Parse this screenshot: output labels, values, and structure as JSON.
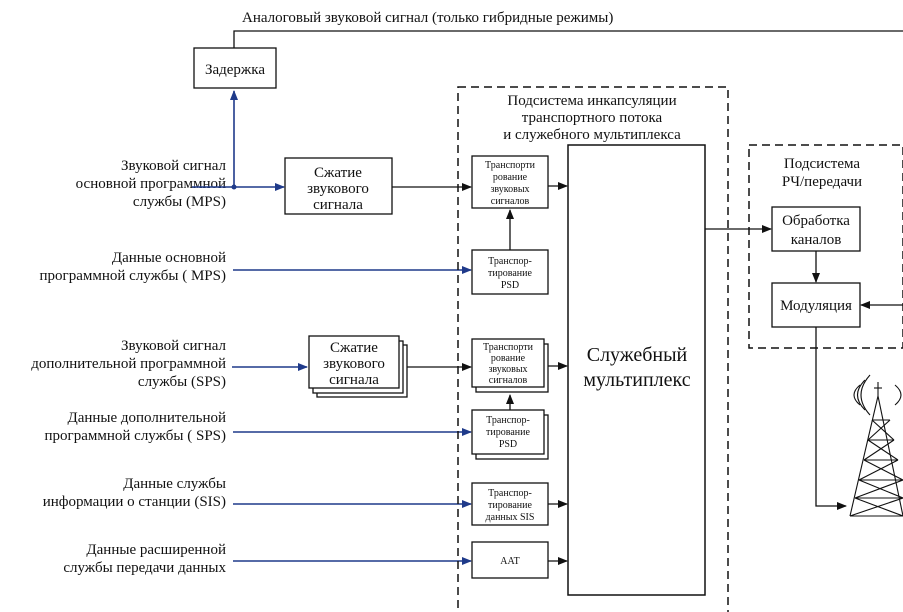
{
  "analog_signal": "Аналоговый звуковой сигнал (только гибридные режимы)",
  "delay": "Задержка",
  "inputs": {
    "mps_audio": [
      "Звуковой сигнал",
      "основной программной",
      "службы (MPS)"
    ],
    "mps_data": [
      "Данные основной",
      "программной службы ( MPS)"
    ],
    "sps_audio": [
      "Звуковой сигнал",
      "дополнительной программной",
      "службы (SPS)"
    ],
    "sps_data": [
      "Данные дополнительной",
      "программной службы ( SPS)"
    ],
    "sis": [
      "Данные службы",
      "информации о станции (SIS)"
    ],
    "aad": [
      "Данные расширенной",
      "службы передачи данных"
    ]
  },
  "codec_mps": [
    "Сжатие",
    "звукового",
    "сигнала"
  ],
  "codec_sps": [
    "Сжатие",
    "звукового",
    "сигнала"
  ],
  "encap_title": [
    "Подсистема инкапсуляции",
    "транспортного потока",
    "и служебного мультиплекса"
  ],
  "transport_audio": [
    "Транспорти",
    "рование",
    "звуковых",
    "сигналов"
  ],
  "transport_psd": [
    "Транспор-",
    "тирование",
    "PSD"
  ],
  "transport_sis": [
    "Транспор-",
    "тирование",
    "данных SIS"
  ],
  "aat": "AAT",
  "service_mux": [
    "Служебный",
    "мультиплекс"
  ],
  "rf_title": [
    "Подсистема",
    "РЧ/передачи"
  ],
  "channel_processing": [
    "Обработка",
    "каналов"
  ],
  "modulation": "Модуляция",
  "colors": {
    "input_line": "#1f3a8a",
    "line": "#111111"
  }
}
